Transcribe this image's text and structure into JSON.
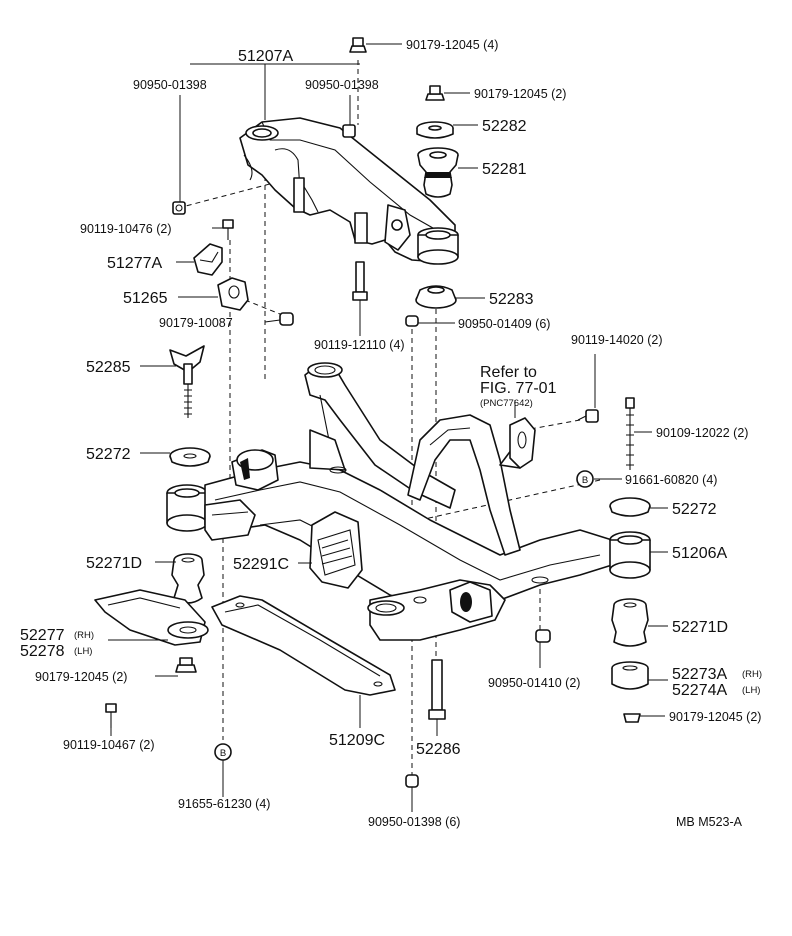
{
  "labels": {
    "p51207A": "51207A",
    "p90950_01398_l": "90950-01398",
    "p90950_01398_r": "90950-01398",
    "p90179_12045_4": "90179-12045 (4)",
    "p90179_12045_2a": "90179-12045 (2)",
    "p52282": "52282",
    "p52281": "52281",
    "p90119_10476": "90119-10476 (2)",
    "p51277A": "51277A",
    "p51265": "51265",
    "p90179_10087": "90179-10087",
    "p52283": "52283",
    "p90950_01409": "90950-01409 (6)",
    "p90119_12110": "90119-12110 (4)",
    "p52285": "52285",
    "refer_to": "Refer to",
    "fig": "FIG. 77-01",
    "pnc": "(PNC77642)",
    "p90119_14020": "90119-14020 (2)",
    "p90109_12022": "90109-12022 (2)",
    "p52272_l": "52272",
    "p91661_60820": "91661-60820 (4)",
    "p52272_r": "52272",
    "p51206A": "51206A",
    "p52271D_l": "52271D",
    "p52291C": "52291C",
    "p52271D_r": "52271D",
    "p52277": "52277",
    "rh1": "(RH)",
    "p52278": "52278",
    "lh1": "(LH)",
    "p90179_12045_2b": "90179-12045 (2)",
    "p90950_01410": "90950-01410 (2)",
    "p52273A": "52273A",
    "rh2": "(RH)",
    "p52274A": "52274A",
    "lh2": "(LH)",
    "p90179_12045_2c": "90179-12045 (2)",
    "p90119_10467": "90119-10467 (2)",
    "p51209C": "51209C",
    "p52286": "52286",
    "p91655_61230": "91655-61230 (4)",
    "p90950_01398_6": "90950-01398 (6)",
    "code": "MB M523-A",
    "b1": "B",
    "b2": "B"
  }
}
